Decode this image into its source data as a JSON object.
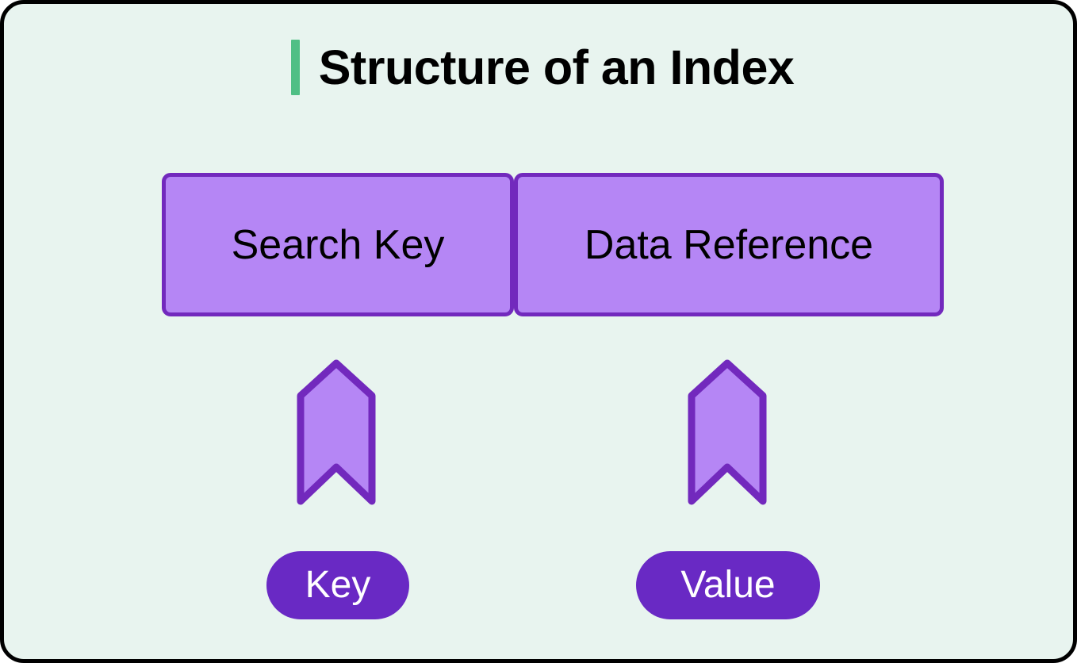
{
  "card": {
    "background_color": "#e8f4ef",
    "border_color": "#000000"
  },
  "title": {
    "text": "Structure of an Index",
    "accent_color": "#4fbf85",
    "accent_name": "title-accent-bar"
  },
  "index_row": {
    "cells": [
      {
        "label": "Search Key",
        "fill_color": "#b586f5",
        "border_color": "#7229bd"
      },
      {
        "label": "Data Reference",
        "fill_color": "#b586f5",
        "border_color": "#7229bd"
      }
    ]
  },
  "arrows": [
    {
      "icon": "bookmark-up-icon",
      "fill_color": "#b586f5",
      "border_color": "#7229bd",
      "points_to": "Key"
    },
    {
      "icon": "bookmark-up-icon",
      "fill_color": "#b586f5",
      "border_color": "#7229bd",
      "points_to": "Value"
    }
  ],
  "pills": [
    {
      "label": "Key",
      "fill_color": "#6929c4",
      "text_color": "#ffffff"
    },
    {
      "label": "Value",
      "fill_color": "#6929c4",
      "text_color": "#ffffff"
    }
  ]
}
